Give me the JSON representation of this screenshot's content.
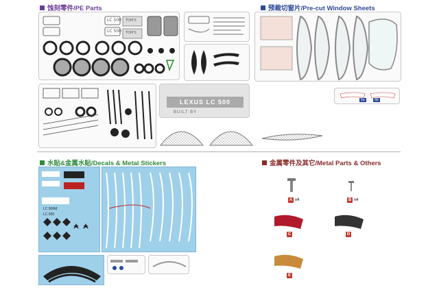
{
  "sections": {
    "pe": {
      "title": "蚀刻零件/PE Parts",
      "color": "#6a3d9a"
    },
    "window": {
      "title": "预裁切窗片/Pre-cut Window Sheets",
      "color": "#2c4a9a"
    },
    "decals": {
      "title": "水贴&金属水贴/Decals & Metal Stickers",
      "color": "#2e8b3e"
    },
    "metal": {
      "title": "金属零件及其它/Metal Parts & Others",
      "color": "#8b2a2a"
    }
  },
  "pe_labels": {
    "lc500_a": "LC 500",
    "lc500_b": "LC 500",
    "toms_a": "TOM'S",
    "toms_b": "TOM'S",
    "brand_plate": "LEXUS LC 500",
    "built_by": "BUILT BY"
  },
  "window_labels": {
    "a": "5a",
    "b": "5b"
  },
  "decal_labels": {
    "lc500_1": "LC 500M",
    "lc500_2": "LC 500"
  },
  "metal_parts": [
    {
      "letter": "A",
      "qty": "x4"
    },
    {
      "letter": "B",
      "qty": "x4"
    },
    {
      "letter": "C",
      "qty": ""
    },
    {
      "letter": "D",
      "qty": ""
    },
    {
      "letter": "E",
      "qty": ""
    }
  ]
}
